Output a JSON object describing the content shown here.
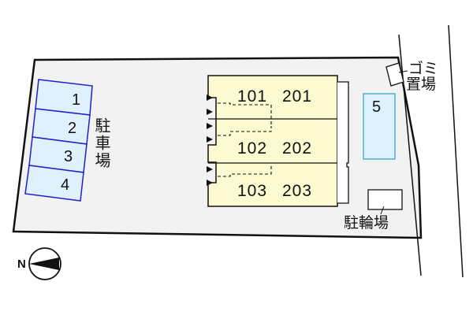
{
  "colors": {
    "lot_fill": "#f2f2f2",
    "parking_fill": "#dff1fc",
    "parking_stroke": "#2020d0",
    "parking5_stroke": "#2aa0c8",
    "building_fill": "#fdf9d0",
    "outline": "#111111"
  },
  "parking": {
    "label": "駐車場",
    "spaces": [
      "1",
      "2",
      "3",
      "4"
    ],
    "extra_space": "5"
  },
  "building": {
    "rows": [
      {
        "units": [
          "101",
          "201"
        ]
      },
      {
        "units": [
          "102",
          "202"
        ]
      },
      {
        "units": [
          "103",
          "203"
        ]
      }
    ]
  },
  "garbage": {
    "label_line1": "ゴミ",
    "label_line2": "置場"
  },
  "bicycle": {
    "label": "駐輪場"
  },
  "compass": {
    "label": "N",
    "icon": "compass-north-arrow-icon"
  }
}
